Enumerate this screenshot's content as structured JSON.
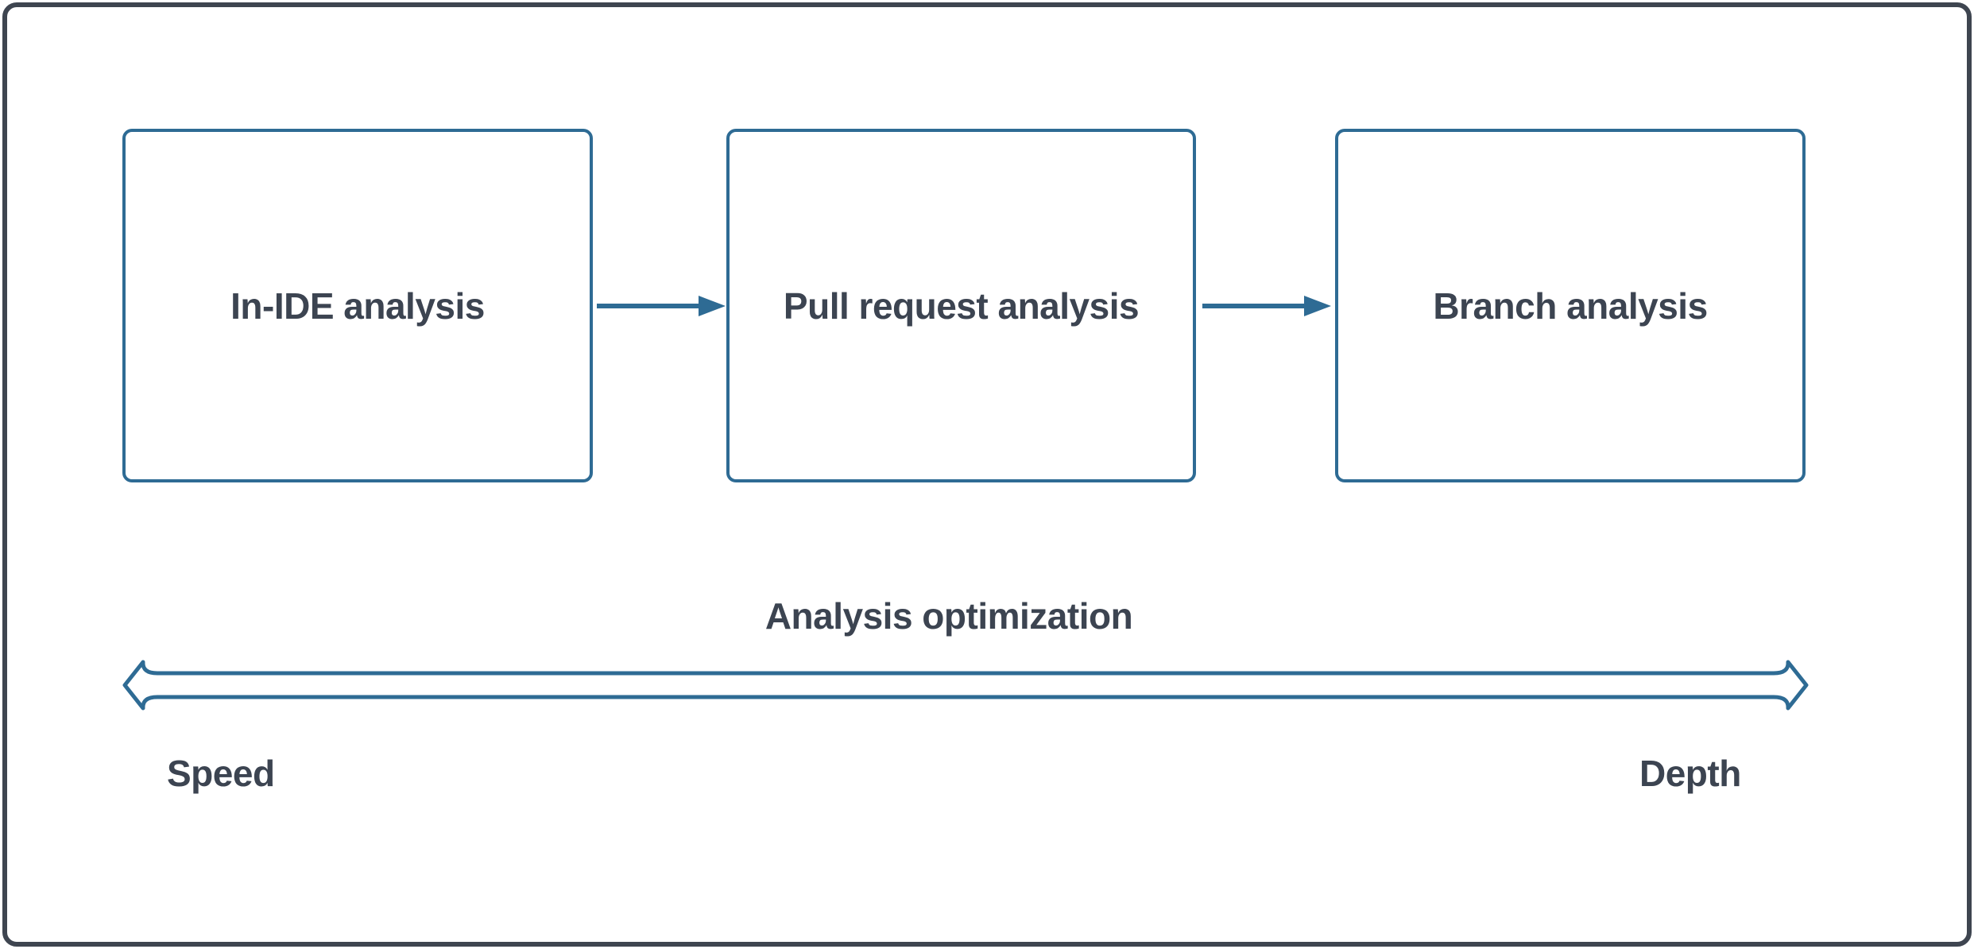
{
  "diagram": {
    "nodes": [
      {
        "label": "In-IDE analysis"
      },
      {
        "label": "Pull request analysis"
      },
      {
        "label": "Branch analysis"
      }
    ],
    "axis": {
      "title": "Analysis optimization",
      "left_label": "Speed",
      "right_label": "Depth"
    },
    "icons": [
      "flow-arrow-icon",
      "flow-arrow-icon",
      "speed-depth-axis-arrow-icon"
    ],
    "colors": {
      "accent_blue": "#2e6b94",
      "text_dark": "#3c4451",
      "frame_border": "#3e4550",
      "background": "#ffffff"
    }
  }
}
